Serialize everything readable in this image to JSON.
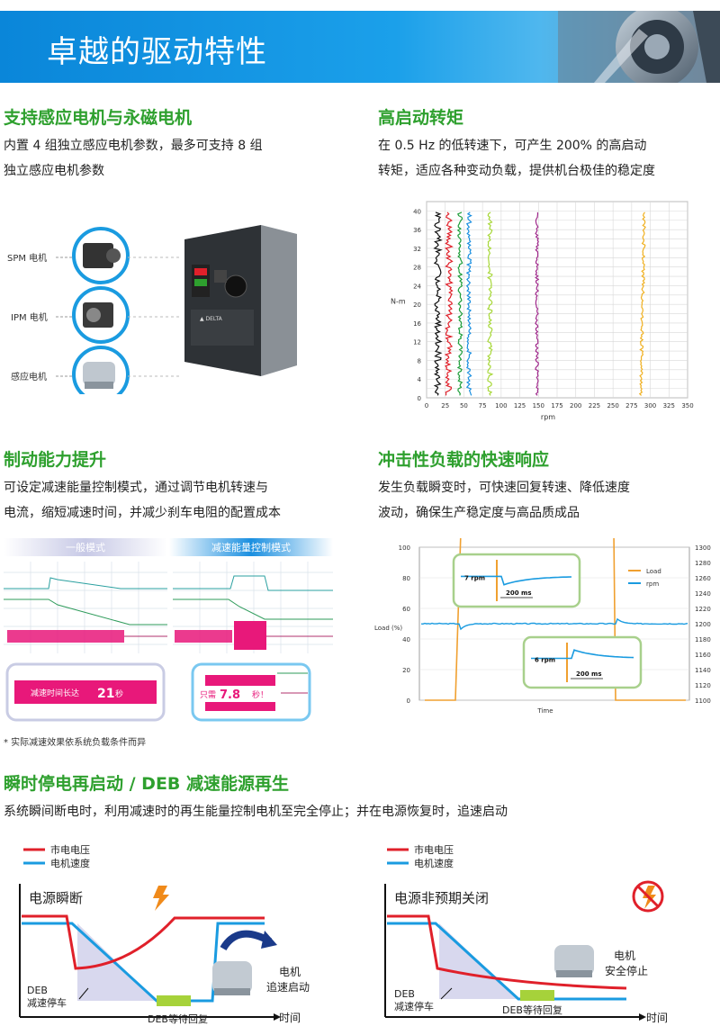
{
  "banner": {
    "title": "卓越的驱动特性"
  },
  "motor": {
    "heading": "支持感应电机与永磁电机",
    "text1": "内置 4 组独立感应电机参数，最多可支持 8 组",
    "text2": "独立感应电机参数",
    "labels": [
      "SPM 电机",
      "IPM 电机",
      "感应电机"
    ]
  },
  "torque": {
    "heading": "高启动转矩",
    "text1": "在 0.5 Hz 的低转速下，可产生 200% 的高启动",
    "text2": "转矩，适应各种变动负载，提供机台极佳的稳定度"
  },
  "chart_data": [
    {
      "type": "line",
      "ylabel": "N-m",
      "xlabel": "rpm",
      "xlim": [
        0,
        350
      ],
      "ylim": [
        0,
        42
      ],
      "xticks": [
        0,
        25,
        50,
        75,
        100,
        125,
        150,
        175,
        200,
        225,
        250,
        275,
        300,
        325,
        350
      ],
      "yticks": [
        0,
        2,
        4,
        6,
        8,
        10,
        12,
        14,
        16,
        18,
        20,
        22,
        24,
        26,
        28,
        30,
        32,
        34,
        36,
        38,
        40,
        42
      ],
      "series": [
        {
          "color": "#111111",
          "rpm": 15
        },
        {
          "color": "#e0202a",
          "rpm": 30
        },
        {
          "color": "#1f9e3a",
          "rpm": 45
        },
        {
          "color": "#1a8fe0",
          "rpm": 57
        },
        {
          "color": "#a8d83a",
          "rpm": 85
        },
        {
          "color": "#a02a8c",
          "rpm": 148
        },
        {
          "color": "#f0b020",
          "rpm": 292
        }
      ]
    },
    {
      "type": "line",
      "xlabel": "Time",
      "ylabel": "Load (%)",
      "ylim_left": [
        0,
        100
      ],
      "yticks_left": [
        0,
        20,
        40,
        60,
        80,
        100
      ],
      "ylim_right": [
        1100,
        1300
      ],
      "yticks_right": [
        1100,
        1120,
        1140,
        1160,
        1180,
        1200,
        1220,
        1240,
        1260,
        1280,
        1300
      ],
      "series": [
        {
          "name": "Load",
          "color": "#f0a030"
        },
        {
          "name": "rpm",
          "color": "#1a9be0"
        }
      ],
      "callouts": [
        "7 rpm",
        "200 ms",
        "6 rpm",
        "200 ms"
      ]
    }
  ],
  "brake": {
    "heading": "制动能力提升",
    "text1": "可设定减速能量控制模式，通过调节电机转速与",
    "text2": "电流，缩短减速时间，并减少刹车电阻的配置成本",
    "tab_normal": "一般模式",
    "tab_decel": "减速能量控制模式",
    "callout_normal_pre": "减速时间长达",
    "callout_normal_num": "21",
    "callout_normal_unit": "秒",
    "callout_decel_pre": "只需",
    "callout_decel_num": "7.8",
    "callout_decel_unit": "秒！",
    "footnote": "* 实际减速效果依系统负载条件而异"
  },
  "impact": {
    "heading": "冲击性负载的快速响应",
    "text1": "发生负载瞬变时，可快速回复转速、降低速度",
    "text2": "波动，确保生产稳定度与高品质成品"
  },
  "deb": {
    "heading": "瞬时停电再启动 / DEB 减速能源再生",
    "text": "系统瞬间断电时，利用减速时的再生能量控制电机至完全停止；并在电源恢复时，追速启动",
    "legend_voltage": "市电电压",
    "legend_speed": "电机速度",
    "left_title": "电源瞬断",
    "right_title": "电源非预期关闭",
    "deb_label": "DEB",
    "deb_stop": "减速停车",
    "deb_wait": "DEB等待回复",
    "left_motor_1": "电机",
    "left_motor_2": "追速启动",
    "right_motor_1": "电机",
    "right_motor_2": "安全停止",
    "time_label": "时间"
  },
  "colors": {
    "green": "#2ea02e",
    "blue": "#0a86d9",
    "red": "#e0202a",
    "lightblue": "#1a9be0"
  }
}
